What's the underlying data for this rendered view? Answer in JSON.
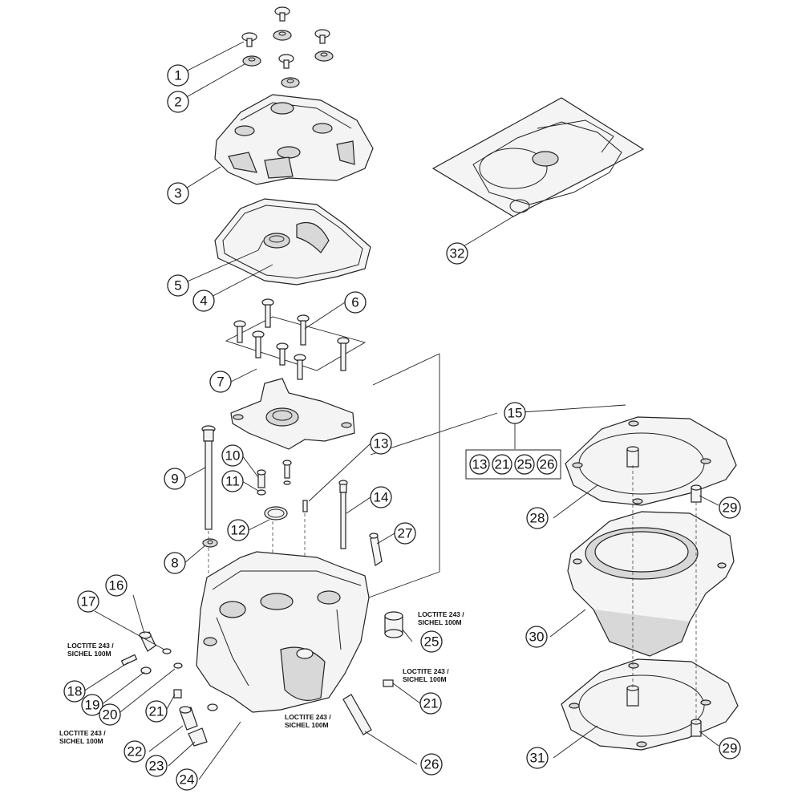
{
  "callouts": [
    {
      "id": "c1",
      "label": "1"
    },
    {
      "id": "c2",
      "label": "2"
    },
    {
      "id": "c3",
      "label": "3"
    },
    {
      "id": "c4",
      "label": "4"
    },
    {
      "id": "c5",
      "label": "5"
    },
    {
      "id": "c6",
      "label": "6"
    },
    {
      "id": "c7",
      "label": "7"
    },
    {
      "id": "c8",
      "label": "8"
    },
    {
      "id": "c9",
      "label": "9"
    },
    {
      "id": "c10",
      "label": "10"
    },
    {
      "id": "c11",
      "label": "11"
    },
    {
      "id": "c12",
      "label": "12"
    },
    {
      "id": "c13",
      "label": "13"
    },
    {
      "id": "c14",
      "label": "14"
    },
    {
      "id": "c15",
      "label": "15"
    },
    {
      "id": "c16",
      "label": "16"
    },
    {
      "id": "c17",
      "label": "17"
    },
    {
      "id": "c18",
      "label": "18"
    },
    {
      "id": "c19",
      "label": "19"
    },
    {
      "id": "c20",
      "label": "20"
    },
    {
      "id": "c21a",
      "label": "21"
    },
    {
      "id": "c21b",
      "label": "21"
    },
    {
      "id": "c22",
      "label": "22"
    },
    {
      "id": "c23",
      "label": "23"
    },
    {
      "id": "c24",
      "label": "24"
    },
    {
      "id": "c25",
      "label": "25"
    },
    {
      "id": "c26",
      "label": "26"
    },
    {
      "id": "c27",
      "label": "27"
    },
    {
      "id": "c28",
      "label": "28"
    },
    {
      "id": "c29a",
      "label": "29"
    },
    {
      "id": "c29b",
      "label": "29"
    },
    {
      "id": "c30",
      "label": "30"
    },
    {
      "id": "c31",
      "label": "31"
    },
    {
      "id": "c32",
      "label": "32"
    },
    {
      "id": "k13",
      "label": "13"
    },
    {
      "id": "k21",
      "label": "21"
    },
    {
      "id": "k25",
      "label": "25"
    },
    {
      "id": "k26",
      "label": "26"
    }
  ],
  "notes": {
    "loctite_line1": "LOCTITE 243 /",
    "loctite_line2": "SICHEL 100M"
  }
}
